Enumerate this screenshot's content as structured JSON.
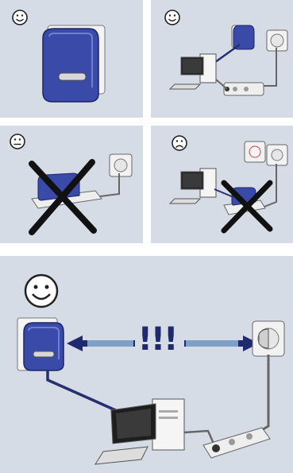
{
  "panels": [
    {
      "mood": "happy",
      "scene": "adapter-in-wall-socket"
    },
    {
      "mood": "happy",
      "scene": "adapter-wall-socket-computer-on-power-strip"
    },
    {
      "mood": "neutral",
      "scene": "adapter-on-power-strip-crossed-out"
    },
    {
      "mood": "sad",
      "scene": "computer-and-adapter-on-power-strip-crossed-out"
    },
    {
      "mood": "happy",
      "scene": "adapter-in-wall-socket-separated-from-power-strip"
    }
  ],
  "warning_text": "!!!",
  "colors": {
    "panel_bg": "#d6dce6",
    "adapter_blue": "#3a4aa8",
    "cable_blue": "#26306e",
    "cross_black": "#111111",
    "arrow_dark": "#1f2a6e",
    "arrow_light": "#8fb4d8"
  }
}
